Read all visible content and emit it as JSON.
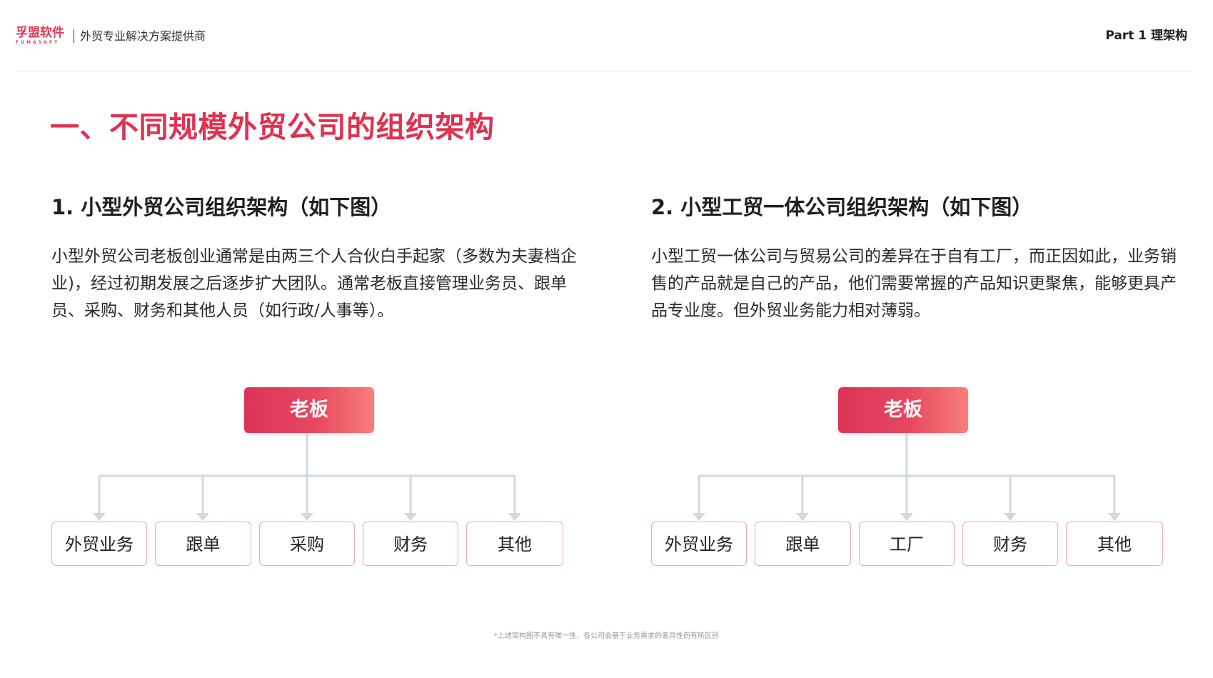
{
  "header": {
    "logo_cn": "孚盟软件",
    "logo_en": "FUMASOFT",
    "tagline": "外贸专业解决方案提供商",
    "part_label": "Part 1 理架构"
  },
  "title": "一、不同规模外贸公司的组织架构",
  "sections": [
    {
      "heading": "1. 小型外贸公司组织架构（如下图）",
      "body": "小型外贸公司老板创业通常是由两三个人合伙白手起家（多数为夫妻档企业)，经过初期发展之后逐步扩大团队。通常老板直接管理业务员、跟单员、采购、财务和其他人员（如行政/人事等）。",
      "chart": {
        "top": "老板",
        "departments": [
          "外贸业务",
          "跟单",
          "采购",
          "财务",
          "其他"
        ]
      }
    },
    {
      "heading": "2. 小型工贸一体公司组织架构（如下图）",
      "body": "小型工贸一体公司与贸易公司的差异在于自有工厂，而正因如此，业务销售的产品就是自己的产品，他们需要常握的产品知识更聚焦，能够更具产品专业度。但外贸业务能力相对薄弱。",
      "chart": {
        "top": "老板",
        "departments": [
          "外贸业务",
          "跟单",
          "工厂",
          "财务",
          "其他"
        ]
      }
    }
  ],
  "footnote": "*上述架构图不具有唯一性，各公司会基于业务需求的差异性而有所区别",
  "colors": {
    "accent": "#e0314f",
    "box_border": "#f0a7b3",
    "connector": "#cfd9e2"
  }
}
